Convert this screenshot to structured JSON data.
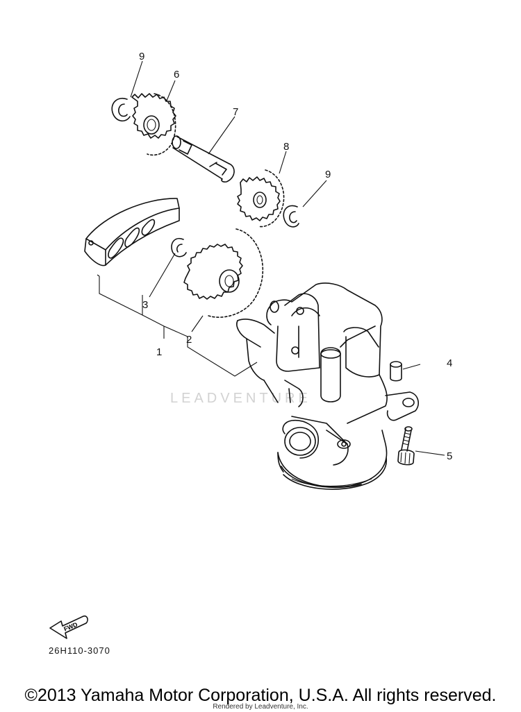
{
  "watermark": "LEADVENTURE",
  "fwd_label": "FWD",
  "diagram_code": "26H110-3070",
  "copyright": "©2013 Yamaha Motor Corporation, U.S.A. All rights reserved.",
  "rendered_by": "Rendered by Leadventure, Inc.",
  "callouts": [
    {
      "id": "1",
      "label": "1"
    },
    {
      "id": "2",
      "label": "2"
    },
    {
      "id": "3",
      "label": "3"
    },
    {
      "id": "4",
      "label": "4"
    },
    {
      "id": "5",
      "label": "5"
    },
    {
      "id": "6",
      "label": "6"
    },
    {
      "id": "7",
      "label": "7"
    },
    {
      "id": "8",
      "label": "8"
    },
    {
      "id": "9a",
      "label": "9"
    },
    {
      "id": "9b",
      "label": "9"
    }
  ]
}
